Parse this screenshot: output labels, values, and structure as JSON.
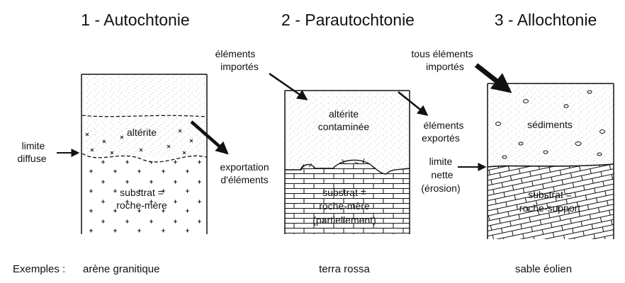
{
  "colors": {
    "ink": "#111111",
    "paper": "#ffffff",
    "stipple": "#8a8a8a"
  },
  "columns": [
    {
      "title": "1 - Autochtonie",
      "upper_label": "altérite",
      "lower_label_1": "substrat =",
      "lower_label_2": "roche-mère",
      "side_label_left_1": "limite",
      "side_label_left_2": "diffuse",
      "side_label_right_1": "exportation",
      "side_label_right_2": "d'éléments",
      "example": "arène granitique"
    },
    {
      "title": "2 - Parautochtonie",
      "top_label_1": "éléments",
      "top_label_2": "importés",
      "upper_label_1": "altérite",
      "upper_label_2": "contaminée",
      "lower_label_1": "substrat =",
      "lower_label_2": "roche-mère",
      "lower_label_3": "(partiellement)",
      "side_label_right_1": "éléments",
      "side_label_right_2": "exportés",
      "example": "terra rossa"
    },
    {
      "title": "3 - Allochtonie",
      "top_label_1": "tous éléments",
      "top_label_2": "importés",
      "upper_label": "sédiments",
      "lower_label_1": "substrat =",
      "lower_label_2": "roche-support",
      "side_label_left_1": "limite",
      "side_label_left_2": "nette",
      "side_label_left_3": "(érosion)",
      "example": "sable éolien"
    }
  ],
  "examples_label": "Exemples :"
}
